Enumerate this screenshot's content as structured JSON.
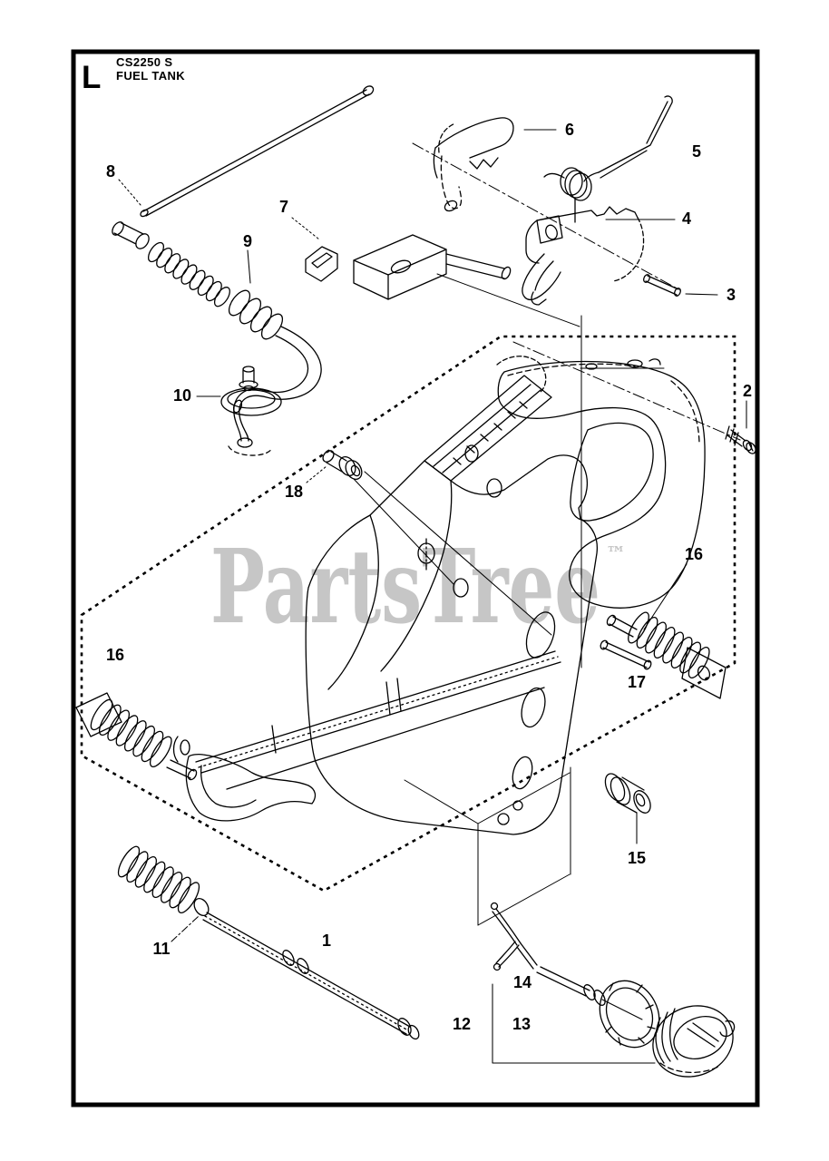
{
  "header": {
    "section_letter": "L",
    "model": "CS2250 S",
    "title": "FUEL TANK"
  },
  "watermark": {
    "text": "PartsTree",
    "symbol": "™",
    "color": "#c6c6c6"
  },
  "page_colors": {
    "background": "#ffffff",
    "line_color": "#000000"
  },
  "callouts": [
    {
      "label": "1"
    },
    {
      "label": "2"
    },
    {
      "label": "3"
    },
    {
      "label": "4"
    },
    {
      "label": "5"
    },
    {
      "label": "6"
    },
    {
      "label": "7"
    },
    {
      "label": "8"
    },
    {
      "label": "9"
    },
    {
      "label": "10"
    },
    {
      "label": "11"
    },
    {
      "label": "12"
    },
    {
      "label": "13"
    },
    {
      "label": "14"
    },
    {
      "label": "15"
    },
    {
      "label": "16"
    },
    {
      "label": "16"
    },
    {
      "label": "17"
    },
    {
      "label": "18"
    }
  ]
}
